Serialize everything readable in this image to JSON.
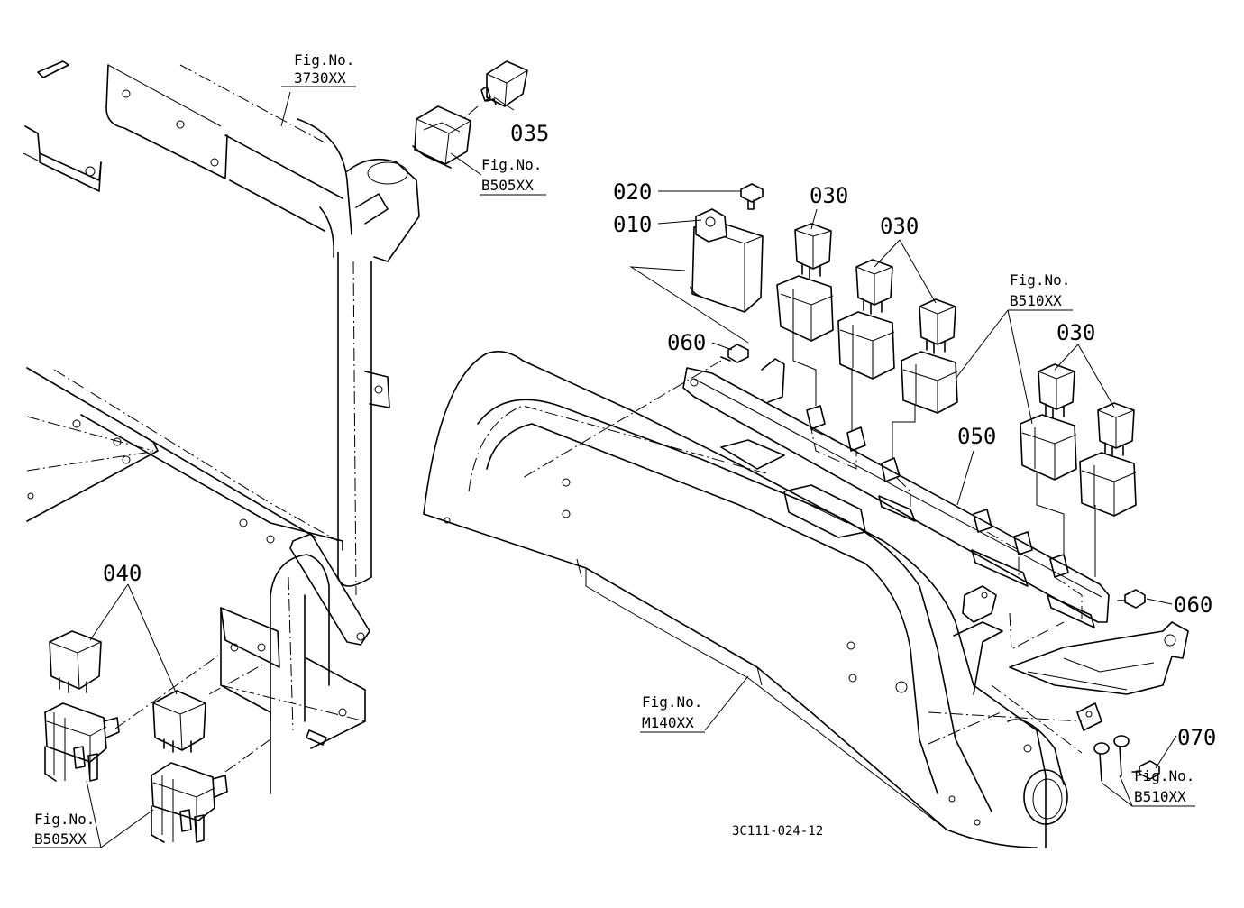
{
  "parts": {
    "p010": "010",
    "p020": "020",
    "p030a": "030",
    "p030b": "030",
    "p030c": "030",
    "p035": "035",
    "p040": "040",
    "p050": "050",
    "p060a": "060",
    "p060b": "060",
    "p070": "070"
  },
  "figrefs": {
    "f3730": {
      "prefix": "Fig.No.",
      "code": "3730XX"
    },
    "f505a": {
      "prefix": "Fig.No.",
      "code": "B505XX"
    },
    "f510a": {
      "prefix": "Fig.No.",
      "code": "B510XX"
    },
    "fM140": {
      "prefix": "Fig.No.",
      "code": "M140XX"
    },
    "f510b": {
      "prefix": "Fig.No.",
      "code": "B510XX"
    },
    "f505b": {
      "prefix": "Fig.No.",
      "code": "B505XX"
    }
  },
  "drawing_code": "3C111-024-12"
}
